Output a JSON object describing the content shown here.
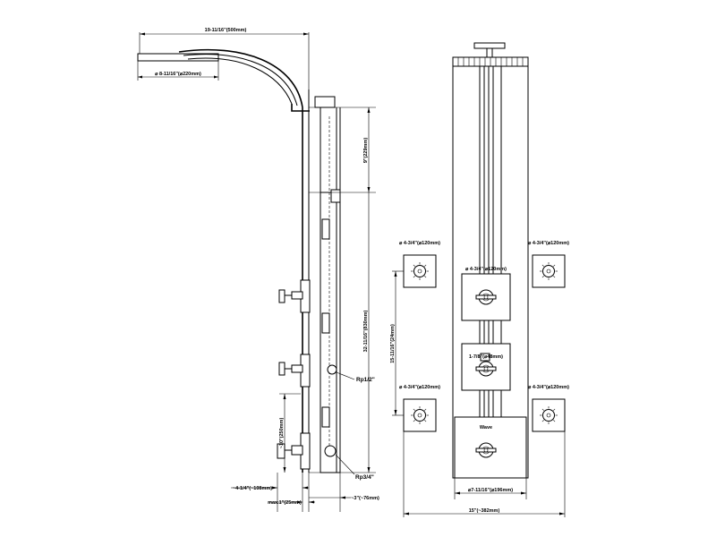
{
  "side_view": {
    "arm_reach": "19-11/16\"(500mm)",
    "head_diameter": "⌀ 8-11/16\"(⌀220mm)",
    "height_top": "9\"(229mm)",
    "height_total": "32-11/16\"(830mm)",
    "height_lower": "~10\"(250mm)",
    "inlet_upper": "Rp1/2\"",
    "inlet_lower": "Rp3/4\"",
    "depth_handle": "~4-1/4\"(~108mm)",
    "depth_wall": "max.1\"(25mm)",
    "depth_body": "~3\"(~76mm)"
  },
  "front_view": {
    "jet_upper_left": "⌀ 4-3/4\"(⌀120mm)",
    "jet_upper_right": "⌀ 4-3/4\"(⌀120mm)",
    "jet_lower_left": "⌀ 4-3/4\"(⌀120mm)",
    "jet_lower_right": "⌀ 4-3/4\"(⌀120mm)",
    "control_upper": "⌀ 4-3/4\"(⌀120mm)",
    "control_middle": "1-7/8\"(⌀48mm)",
    "vertical_spacing": "15-11/16\"(24mm)",
    "lower_block": "⌀7-11/16\"(⌀196mm)",
    "overall_width": "15\"(~382mm)",
    "brand_mark": "Wave"
  }
}
